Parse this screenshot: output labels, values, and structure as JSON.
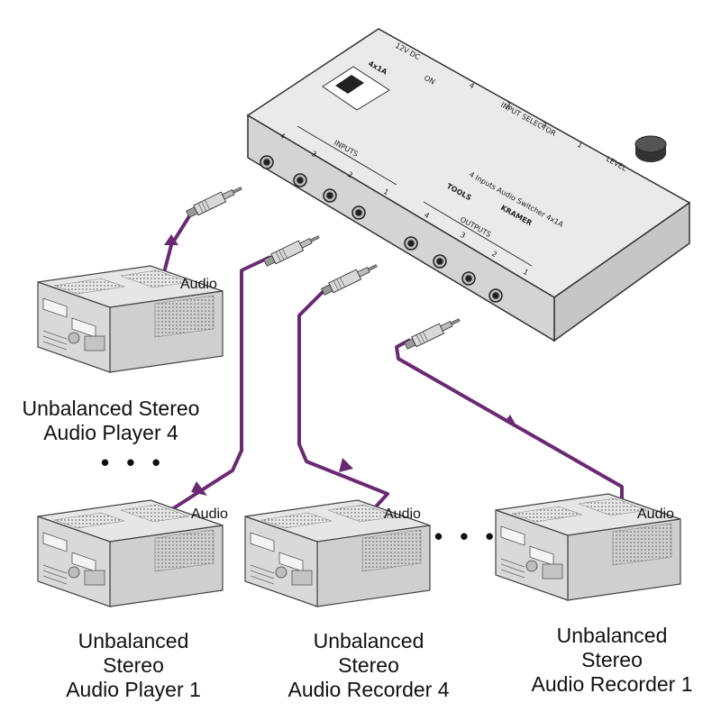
{
  "device": {
    "brand": "KRAMER",
    "product_line": "TOOLS",
    "model": "4x1A",
    "description": "4 Inputs Audio Switcher 4x1A",
    "selector_label": "INPUT SELECTOR",
    "selector_numbers": [
      "1",
      "2",
      "3",
      "4"
    ],
    "on_label": "ON",
    "power_label": "12V DC",
    "level_label": "LEVEL",
    "inputs_label": "INPUTS",
    "input_numbers": [
      "1",
      "2",
      "3",
      "4"
    ],
    "outputs_label": "OUTPUTS",
    "output_numbers": [
      "1",
      "2",
      "3",
      "4"
    ]
  },
  "cable_label": "Audio",
  "captions": {
    "player4": [
      "Unbalanced Stereo",
      "Audio Player 4"
    ],
    "player1": [
      "Unbalanced",
      "Stereo",
      "Audio Player 1"
    ],
    "recorder4": [
      "Unbalanced",
      "Stereo",
      "Audio Recorder 4"
    ],
    "recorder1": [
      "Unbalanced",
      "Stereo",
      "Audio Recorder 1"
    ]
  },
  "ellipsis": "• • •",
  "colors": {
    "cable": "#6a2a72",
    "device_top": "#eaeaea",
    "device_side": "#c8c8c8",
    "outline": "#333333"
  }
}
